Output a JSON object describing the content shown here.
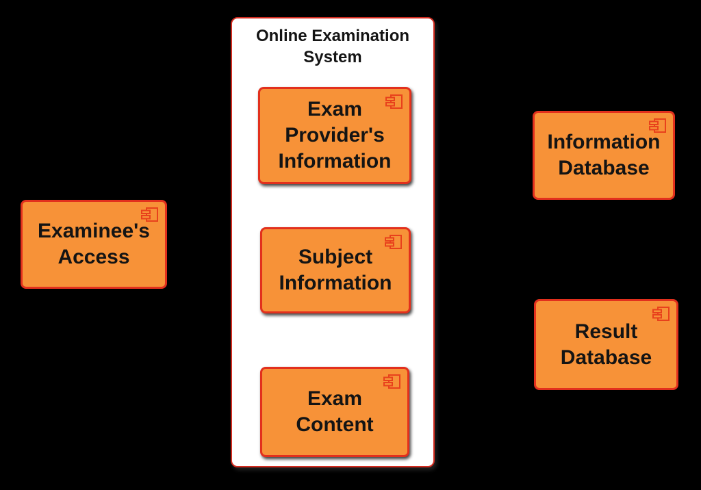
{
  "system": {
    "title": "Online Examination\nSystem",
    "components": [
      {
        "name": "exam-providers-information",
        "label": "Exam\nProvider's\nInformation"
      },
      {
        "name": "subject-information",
        "label": "Subject\nInformation"
      },
      {
        "name": "exam-content",
        "label": "Exam\nContent"
      }
    ]
  },
  "external_components": [
    {
      "name": "examinees-access",
      "label": "Examinee's\nAccess"
    },
    {
      "name": "information-database",
      "label": "Information\nDatabase"
    },
    {
      "name": "result-database",
      "label": "Result\nDatabase"
    }
  ],
  "style": {
    "background_color": "#000000",
    "container_fill": "#ffffff",
    "container_border": "#d22b1f",
    "component_fill": "#f79238",
    "component_border": "#e2301d",
    "icon_color": "#e8411c",
    "icon_name": "uml-component-icon",
    "text_color": "#141414"
  }
}
